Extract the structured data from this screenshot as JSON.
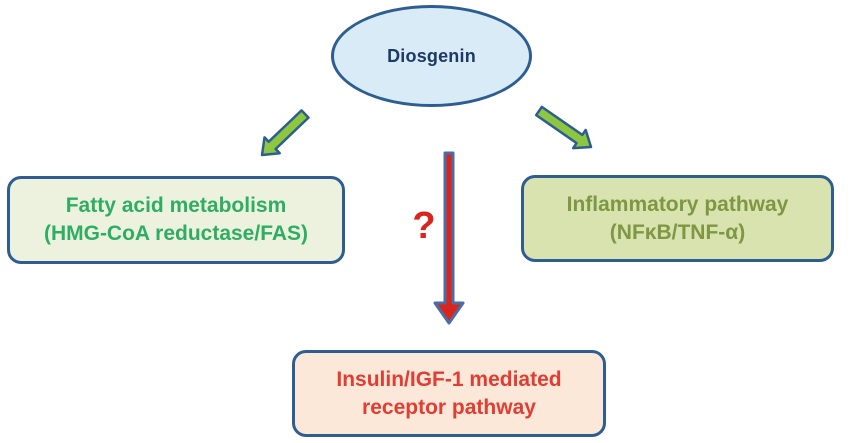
{
  "diagram": {
    "nodes": {
      "diosgenin": {
        "label": "Diosgenin",
        "shape": "ellipse"
      },
      "fatty_acid": {
        "line1": "Fatty acid metabolism",
        "line2": "(HMG-CoA reductase/FAS)",
        "shape": "rounded-box"
      },
      "inflammatory": {
        "line1": "Inflammatory pathway",
        "line2": "(NFκB/TNF-α)",
        "shape": "rounded-box"
      },
      "insulin": {
        "line1": "Insulin/IGF-1 mediated",
        "line2": "receptor pathway",
        "shape": "rounded-box"
      }
    },
    "edges": [
      {
        "from": "diosgenin",
        "to": "fatty_acid",
        "style": "green-block-arrow",
        "direction": "down-left"
      },
      {
        "from": "diosgenin",
        "to": "inflammatory",
        "style": "green-block-arrow",
        "direction": "down-right"
      },
      {
        "from": "diosgenin",
        "to": "insulin",
        "style": "red-arrow",
        "direction": "down",
        "label": "?"
      }
    ],
    "labels": {
      "question_mark": "?"
    }
  },
  "colors": {
    "background": "#ffffff",
    "outline_blue": "#2e5d92",
    "node_blue_fill": "#d9ebf6",
    "navy_text": "#1c3a66",
    "left_box_fill": "#ecf2de",
    "left_box_text": "#2fae63",
    "right_box_fill": "#d9e3af",
    "right_box_text": "#7f9743",
    "bottom_box_fill": "#fce8d8",
    "bottom_box_text": "#e23c33",
    "arrow_green": "#8dc63f",
    "arrow_red": "#da251c",
    "arrow_red_outline": "#4a6da7"
  }
}
